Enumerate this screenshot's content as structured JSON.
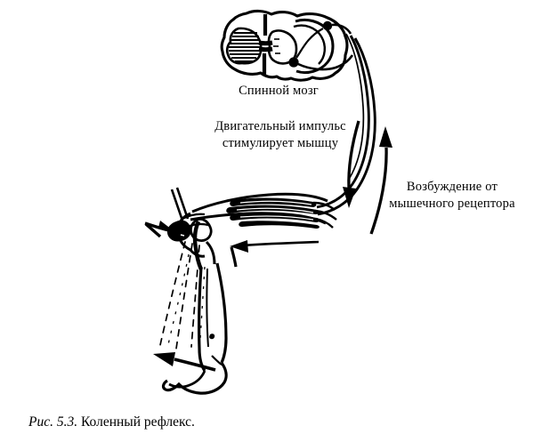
{
  "figure": {
    "domain_subject": "knee-jerk reflex arc anatomical diagram",
    "background_color": "#ffffff",
    "ink_color": "#000000",
    "caption_prefix": "Рис. 5.3.",
    "caption_text": "Коленный рефлекс.",
    "caption_full": "Рис. 5.3. Коленный рефлекс."
  },
  "labels": {
    "spinal_cord": "Спинной мозг",
    "motor_impulse": "Двигательный импульс\nстимулирует мышцу",
    "sensory_excitation": "Возбуждение от\nмышечного рецептора"
  },
  "parts": {
    "spinal_cord_section": "spinal-cord-cross-section",
    "gray_matter_hatched": "hatched-gray-matter-horn",
    "dorsal_root_ganglion": "sensory-neuron-cell-body",
    "motor_neuron": "motor-neuron-cell-body",
    "motor_nerve_fiber": "efferent-motor-nerve",
    "sensory_nerve_fiber": "afferent-sensory-nerve",
    "quadriceps_muscle": "thigh-muscle",
    "patellar_tendon": "patellar-tendon",
    "reflex_hammer": "reflex-hammer",
    "strike_arrow": "hammer-strike-arrow",
    "kick_arrow": "leg-kick-direction-arrow",
    "shin_arrow": "lower-leg-motion-arrow",
    "motion_dashes": "previous-leg-position-dashes",
    "leg": "leg-outline",
    "foot": "foot-outline",
    "motor_arrow_down": "descending-motor-impulse-arrow",
    "sensory_arrow_up": "ascending-sensory-impulse-arrow"
  }
}
